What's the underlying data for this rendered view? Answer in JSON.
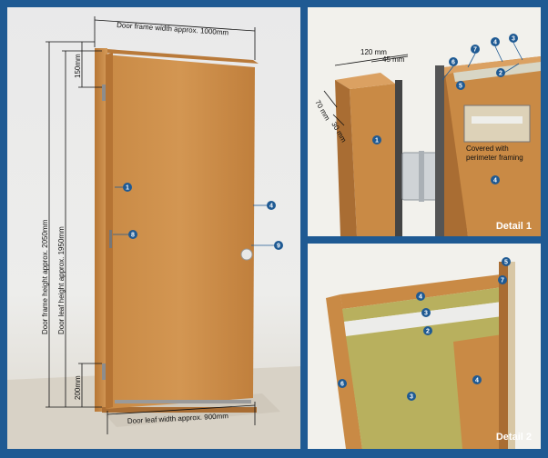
{
  "main": {
    "frame_width": "Door frame width approx. 1000mm",
    "leaf_width": "Door leaf width approx. 900mm",
    "frame_height": "Door frame height approx. 2050mm",
    "leaf_height": "Door leaf height approx. 1950mm",
    "dim_150": "150mm",
    "dim_200": "200mm",
    "markers": [
      "1",
      "4",
      "8",
      "9"
    ]
  },
  "detail1": {
    "caption": "Detail 1",
    "dim_120": "120 mm",
    "dim_45": "45 mm",
    "dim_70": "70 mm",
    "dim_30": "30 mm",
    "covered_line1": "Covered with",
    "covered_line2": "perimeter framing",
    "markers": [
      "1",
      "2",
      "3",
      "4",
      "5",
      "6",
      "7",
      "4"
    ]
  },
  "detail2": {
    "caption": "Detail 2",
    "markers": [
      "5",
      "7",
      "4",
      "3",
      "2",
      "3",
      "4",
      "6"
    ]
  },
  "colors": {
    "background": "#1f5a93",
    "wood": "#c8853e",
    "marker": "#1f5a93",
    "mineral_wool": "#b8b05e"
  }
}
